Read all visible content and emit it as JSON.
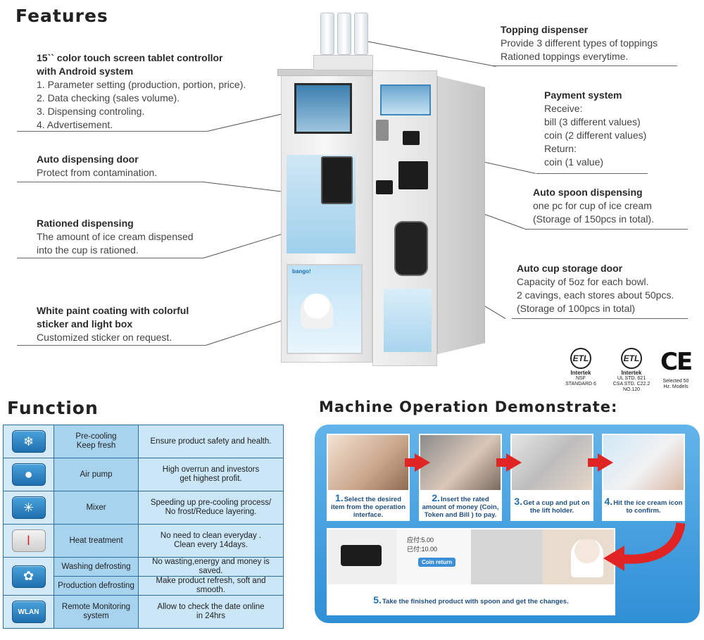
{
  "headings": {
    "features": "Features",
    "function": "Function",
    "operation": "Machine Operation Demonstrate:"
  },
  "features_left": [
    {
      "title": "15`` color touch screen tablet controllor\nwith Android system",
      "lines": [
        "1. Parameter setting (production, portion, price).",
        "2. Data checking (sales volume).",
        "3. Dispensing controling.",
        "4. Advertisement."
      ]
    },
    {
      "title": "Auto dispensing door",
      "lines": [
        "Protect from contamination."
      ]
    },
    {
      "title": "Rationed dispensing",
      "lines": [
        "The amount of ice cream dispensed",
        "into the cup is rationed."
      ]
    },
    {
      "title": "White paint coating with colorful\nsticker and light box",
      "lines": [
        "Customized sticker on request."
      ]
    }
  ],
  "features_right": [
    {
      "title": "Topping dispenser",
      "lines": [
        "Provide 3 different types of toppings",
        "Rationed toppings everytime."
      ]
    },
    {
      "title": "Payment system",
      "lines": [
        "Receive:",
        "bill (3 different values)",
        "coin (2 different values)",
        "Return:",
        "coin (1 value)"
      ]
    },
    {
      "title": "Auto spoon dispensing",
      "lines": [
        "one pc for cup of ice cream",
        "(Storage of 150pcs in total)."
      ]
    },
    {
      "title": "Auto cup storage door",
      "lines": [
        "Capacity of 5oz for each bowl.",
        "2 cavings, each stores about 50pcs.",
        "(Storage of 100pcs in total)"
      ]
    }
  ],
  "certifications": [
    {
      "mark": "ETL",
      "brand": "Intertek",
      "note": "NSF STANDARD 6"
    },
    {
      "mark": "ETL",
      "brand": "Intertek",
      "note": "UL  STD. 621\nCSA STD. C22.2  NO.120"
    },
    {
      "mark": "CE",
      "brand": "",
      "note": "Selected 50\nHz. Models"
    }
  ],
  "function_rows": [
    {
      "icon": "snowflake-icon",
      "glyph": "❄",
      "name": "Pre-cooling\nKeep fresh",
      "desc": "Ensure product safety and health."
    },
    {
      "icon": "drop-icon",
      "glyph": "💧",
      "name": "Air pump",
      "desc": "High overrun  and investors\nget highest profit."
    },
    {
      "icon": "mixer-icon",
      "glyph": "✳",
      "name": "Mixer",
      "desc": "Speeding up pre-cooling process/\nNo frost/Reduce layering."
    },
    {
      "icon": "thermometer-icon",
      "glyph": "🌡",
      "name": "Heat treatment",
      "desc": "No need to clean everyday .\nClean every 14days."
    },
    {
      "icon": "defrost-icon",
      "glyph": "✿",
      "name": "Washing defrosting",
      "desc": "No wasting,energy and money is saved.",
      "name2": "Production  defrosting",
      "desc2": "Make product refresh, soft and smooth."
    },
    {
      "icon": "wlan-icon",
      "glyph": "WLAN",
      "name": "Remote Monitoring\nsystem",
      "desc": "Allow to check the date online\nin 24hrs"
    }
  ],
  "steps": [
    {
      "num": "1.",
      "text": "Select the desired item from the operation  interface."
    },
    {
      "num": "2.",
      "text": "Insert the rated amount of money (Coin, Token and Bill ) to pay."
    },
    {
      "num": "3.",
      "text": "Get a cup and put on the lift holder."
    },
    {
      "num": "4.",
      "text": "Hit the ice cream icon to confirm."
    },
    {
      "num": "5.",
      "text": "Take the finished product with spoon and get the changes."
    }
  ],
  "photo_texts": {
    "amount_due": "应付:5.00",
    "amount_paid": "已付:10.00",
    "coin_return": "Coin return",
    "brand": "bango!"
  },
  "colors": {
    "panel": "#3b9ae0",
    "table_border": "#2f6f9e",
    "arrow": "#e02424",
    "caption_text": "#1f4f82"
  }
}
